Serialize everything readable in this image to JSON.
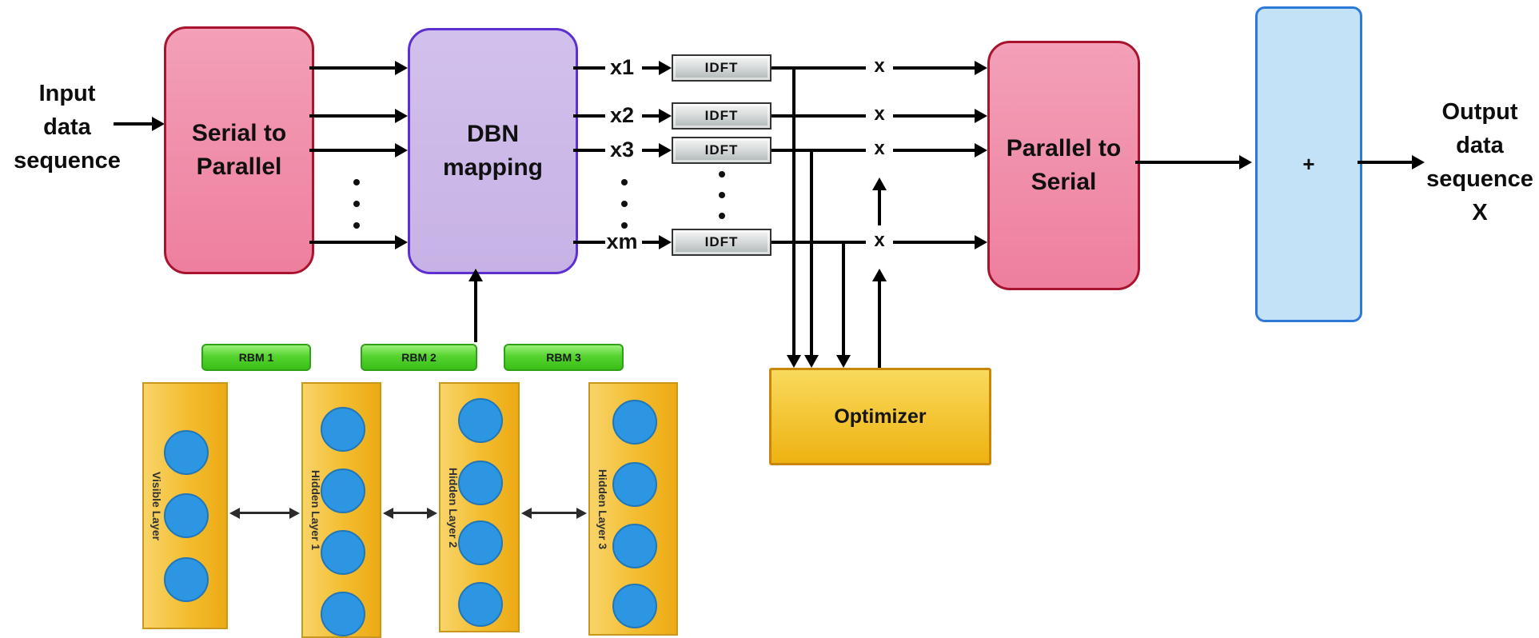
{
  "labels": {
    "input": [
      "Input",
      "data",
      "sequence"
    ],
    "output": [
      "Output",
      "data",
      "sequence",
      "X"
    ],
    "serial_to_parallel": [
      "Serial to",
      "Parallel"
    ],
    "dbn_mapping": [
      "DBN",
      "mapping"
    ],
    "parallel_to_serial": [
      "Parallel to",
      "Serial"
    ],
    "plus": "+",
    "optimizer": "Optimizer",
    "idft": "IDFT",
    "multiplier": "x"
  },
  "signals": [
    "x1",
    "x2",
    "x3",
    "xm"
  ],
  "rbm_labels": [
    "RBM 1",
    "RBM 2",
    "RBM 3"
  ],
  "dbn_layers": [
    {
      "label": "Visible Layer",
      "nodes": 3
    },
    {
      "label": "Hidden Layer 1",
      "nodes": 4
    },
    {
      "label": "Hidden Layer 2",
      "nodes": 4
    },
    {
      "label": "Hidden Layer 3",
      "nodes": 4
    }
  ],
  "colors": {
    "pink-fill": "#F18DA9",
    "pink-border": "#A8142E",
    "purple-fill": "#CDBAE8",
    "purple-border": "#5E2FD0",
    "blue-fill": "#C3E2F8",
    "blue-border": "#2D79D8",
    "gold1": "#F9DA5C",
    "gold2": "#EEB211",
    "gold-border": "#C8860B",
    "green1": "#9BF07A",
    "green2": "#3ABF17",
    "green-border": "#2FA018",
    "bar1": "#F8D469",
    "bar2": "#EDAA14",
    "bar-border": "#C9971B",
    "circle-fill": "#2D96E2",
    "circle-border": "#2176B8",
    "line": "#000000"
  }
}
